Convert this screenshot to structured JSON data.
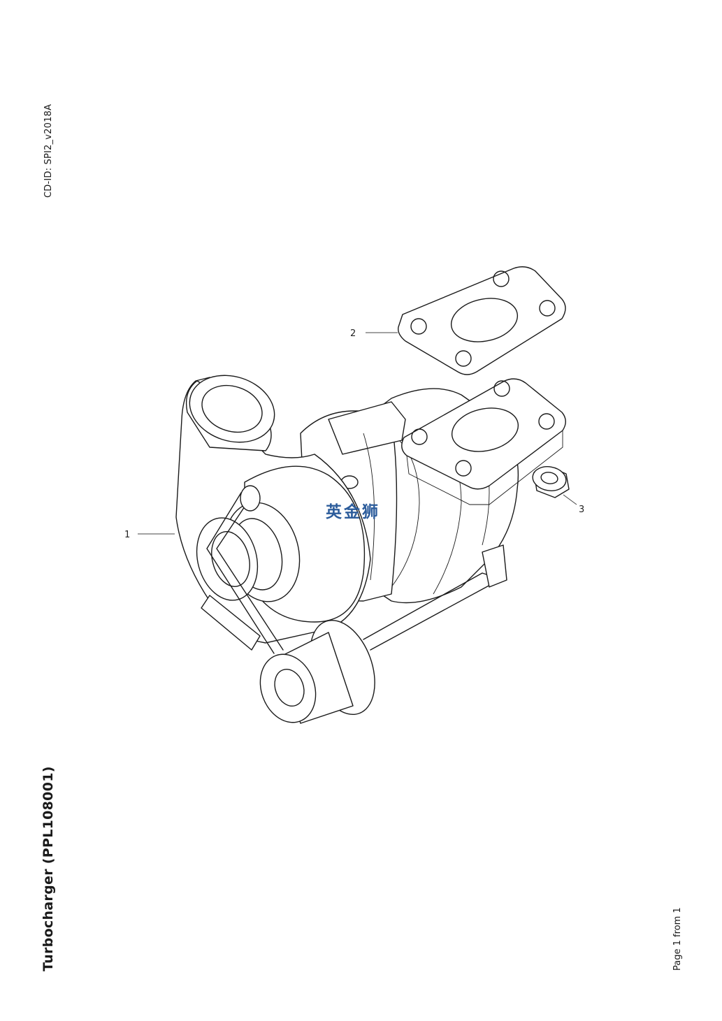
{
  "header": {
    "cd_id": "CD-ID: SPI2_v2018A"
  },
  "title": "Turbocharger (PPL108001)",
  "footer": {
    "page": "Page 1 from 1"
  },
  "watermark": "英金狮",
  "callouts": [
    {
      "id": "1",
      "part": "turbocharger"
    },
    {
      "id": "2",
      "part": "gasket"
    },
    {
      "id": "3",
      "part": "nut"
    }
  ]
}
